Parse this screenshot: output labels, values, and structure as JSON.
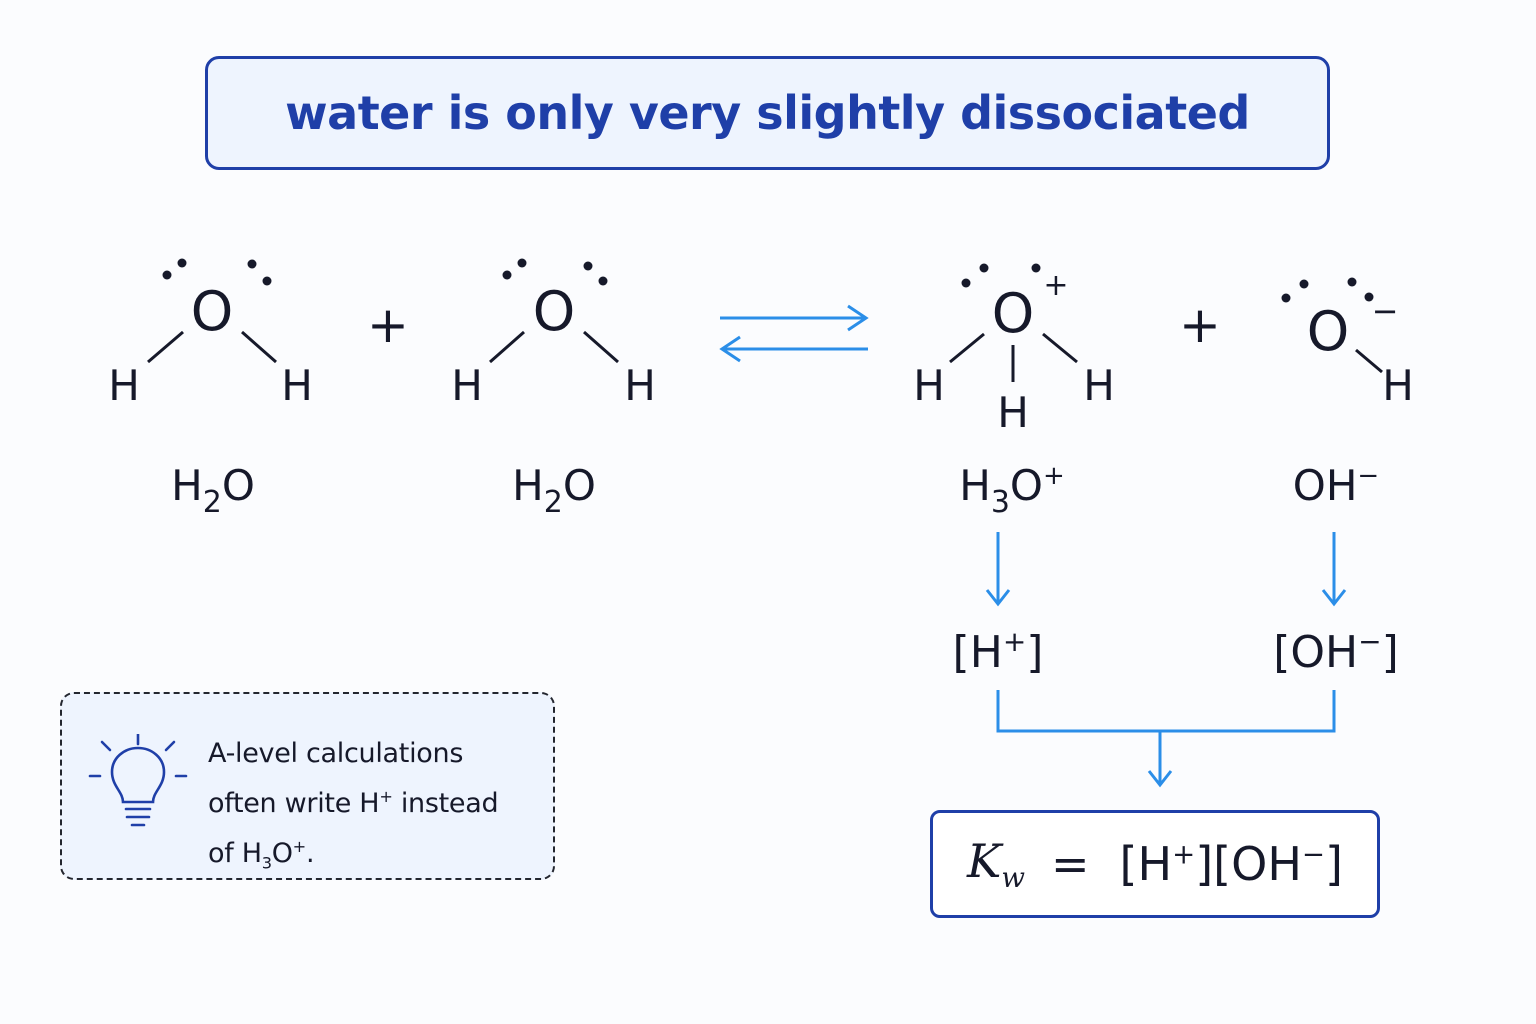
{
  "title": "water is only very slightly dissociated",
  "atoms": {
    "oxygen": "O",
    "hydrogen": "H"
  },
  "signs": {
    "plus": "+",
    "plus_charge": "+",
    "minus_charge": "−"
  },
  "reactants": [
    {
      "formula_main": "H",
      "formula_sub": "2",
      "formula_tail": "O"
    },
    {
      "formula_main": "H",
      "formula_sub": "2",
      "formula_tail": "O"
    }
  ],
  "products": [
    {
      "formula_main": "H",
      "formula_sub": "3",
      "formula_tail": "O",
      "formula_sup": "+"
    },
    {
      "formula_main": "OH",
      "formula_sup": "−"
    }
  ],
  "concentrations": {
    "h_plus": {
      "open": "[H",
      "sup": "+",
      "close": "]"
    },
    "oh_minus": {
      "open": "[OH",
      "sup": "−",
      "close": "]"
    }
  },
  "note": {
    "line1": "A-level calculations",
    "line2_a": "often write H",
    "line2_sup": "+",
    "line2_b": " instead",
    "line3_a": "of H",
    "line3_sub": "3",
    "line3_b": "O",
    "line3_sup": "+",
    "line3_c": "."
  },
  "kw": {
    "k": "K",
    "k_sub": "w",
    "eq": "=",
    "h": "[H",
    "h_sup": "+",
    "mid": "][OH",
    "oh_sup": "−",
    "end": "]"
  },
  "colors": {
    "title_blue": "#1f3fa8",
    "arrow_blue": "#2b8ee8",
    "ink": "#16192a",
    "box_fill": "#eef4fe"
  },
  "icons": {
    "note_icon": "lightbulb-icon"
  }
}
